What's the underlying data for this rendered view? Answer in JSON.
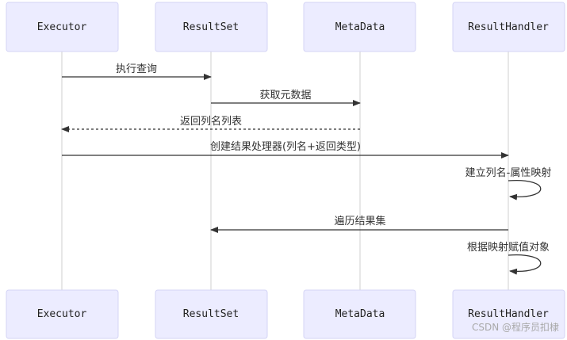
{
  "actors": [
    {
      "id": "executor",
      "label": "Executor"
    },
    {
      "id": "resultset",
      "label": "ResultSet"
    },
    {
      "id": "metadata",
      "label": "MetaData"
    },
    {
      "id": "resulthandler",
      "label": "ResultHandler"
    }
  ],
  "messages": [
    {
      "from": "executor",
      "to": "resultset",
      "text": "执行查询",
      "style": "solid"
    },
    {
      "from": "resultset",
      "to": "metadata",
      "text": "获取元数据",
      "style": "solid"
    },
    {
      "from": "metadata",
      "to": "executor",
      "text": "返回列名列表",
      "style": "dashed"
    },
    {
      "from": "executor",
      "to": "resulthandler",
      "text": "创建结果处理器(列名+返回类型)",
      "style": "solid"
    },
    {
      "from": "resulthandler",
      "to": "resulthandler",
      "text": "建立列名-属性映射",
      "style": "solid"
    },
    {
      "from": "resulthandler",
      "to": "resultset",
      "text": "遍历结果集",
      "style": "solid"
    },
    {
      "from": "resulthandler",
      "to": "resulthandler",
      "text": "根据映射赋值对象",
      "style": "solid"
    }
  ],
  "watermark": "CSDN @程序员扣棣"
}
